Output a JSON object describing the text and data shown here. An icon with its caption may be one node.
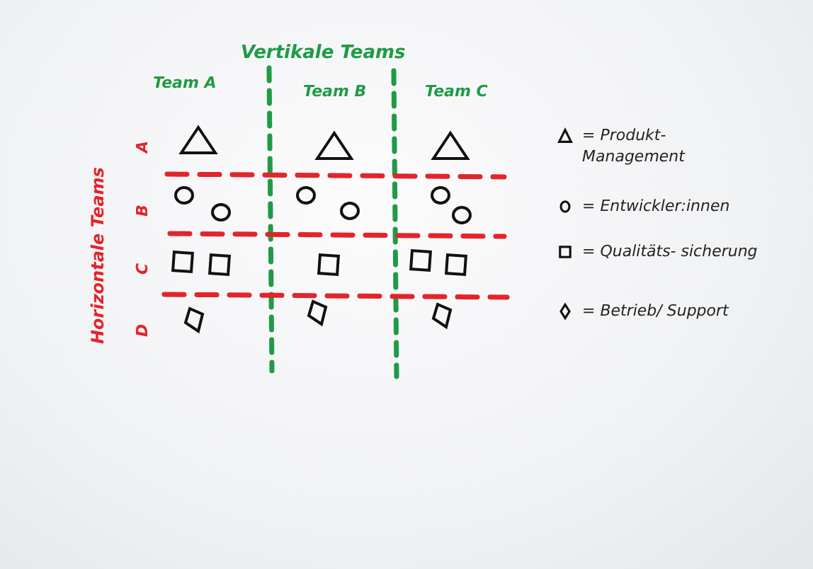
{
  "diagram": {
    "title": "Vertikale Teams",
    "labels": [
      "Team A",
      "Team B",
      "Team C",
      "Horizontale Teams",
      "A",
      "B",
      "C",
      "D"
    ],
    "legend": [
      {
        "text": "= Produkt- Management"
      },
      {
        "text": "= Entwickler:innen"
      },
      {
        "text": "= Qualitäts- sicherung"
      },
      {
        "text": "= Betrieb/ Support"
      }
    ]
  }
}
